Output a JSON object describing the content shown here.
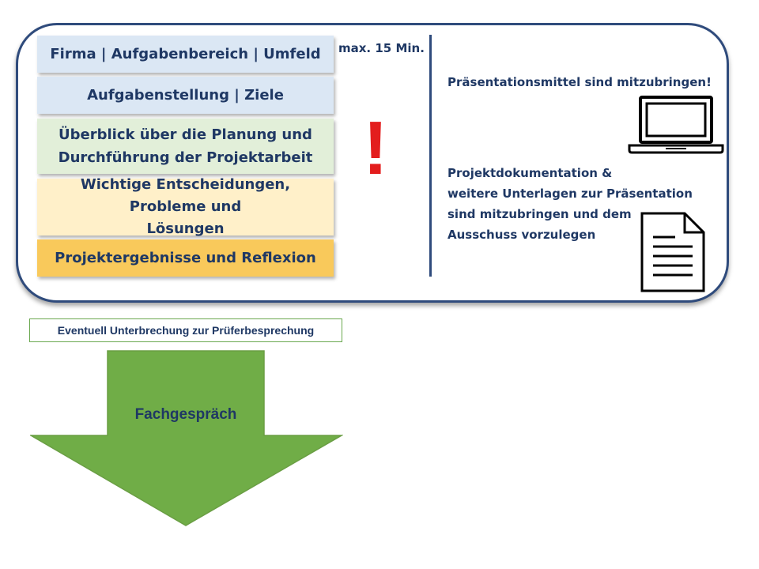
{
  "presentation": {
    "sections": [
      {
        "label": "Firma | Aufgabenbereich | Umfeld"
      },
      {
        "label": "Aufgabenstellung | Ziele"
      },
      {
        "lines": [
          "Überblick über die Planung und",
          "Durchführung der Projektarbeit"
        ]
      },
      {
        "lines": [
          "Wichtige Entscheidungen,",
          "Probleme und",
          "Lösungen"
        ]
      },
      {
        "label": "Projektergebnisse und Reflexion"
      }
    ],
    "time_limit": "max. 15 Min.",
    "exclamation": "!"
  },
  "notes": {
    "media": "Präsentationsmittel sind mitzubringen!",
    "documentation_lines": [
      "Projektdokumentation &",
      "weitere Unterlagen zur Präsentation",
      "sind mitzubringen und dem",
      "Ausschuss vorzulegen"
    ]
  },
  "interruption": "Eventuell Unterbrechung zur Prüferbesprechung",
  "next_step": "Fachgespräch",
  "colors": {
    "frame": "#2f4b7c",
    "text": "#1f3864",
    "bar_blue": "#dbe7f4",
    "bar_green": "#e2efd9",
    "bar_yellow": "#fff0c9",
    "bar_orange": "#f9c95b",
    "exclamation": "#e31d1d",
    "arrow": "#70ad47"
  },
  "icons": [
    "laptop-icon",
    "document-icon"
  ]
}
